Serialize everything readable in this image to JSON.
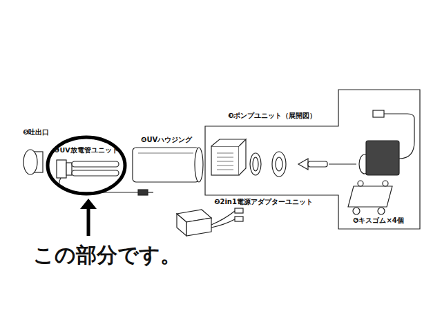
{
  "diagram": {
    "nodes": [
      {
        "text": [
          "❸ポンプユニット（展開図）",
          "❻キスゴム×4個"
        ]
      },
      {
        "text": [
          "❶UV放電管ユニット"
        ]
      }
    ],
    "labels": [
      "❺吐出口",
      "❹UVハウジング",
      "❷2in1電源アダプターユニット",
      "この部分です。"
    ]
  }
}
